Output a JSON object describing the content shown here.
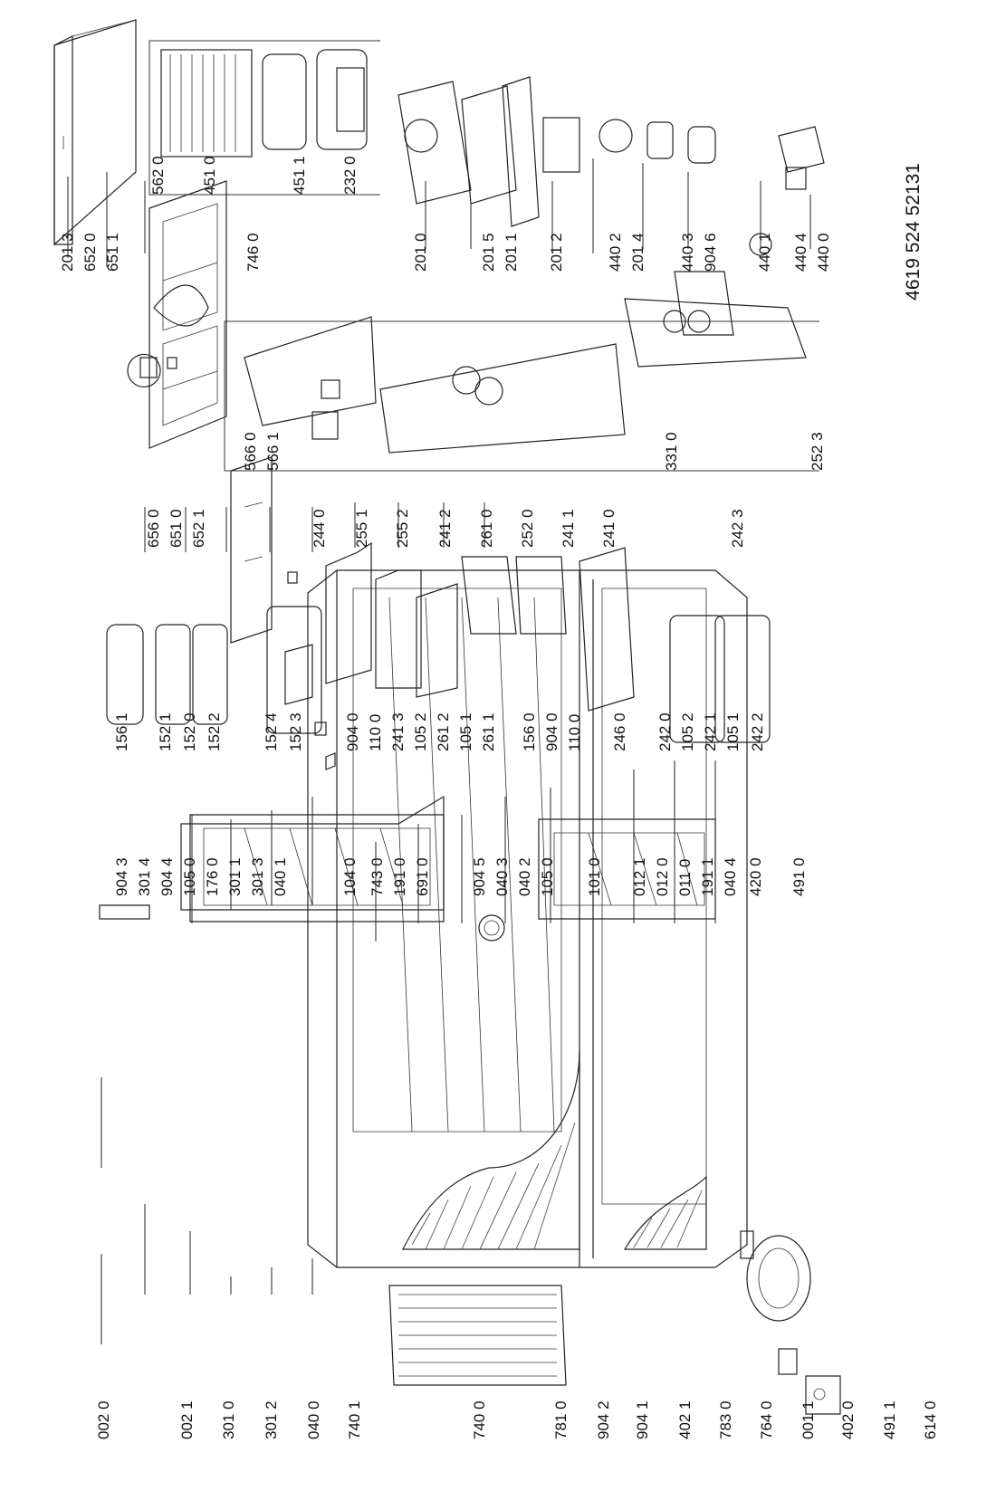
{
  "doc": {
    "code": "4619 524 52131"
  },
  "labels": {
    "left_col": [
      "002 0",
      "002 1",
      "301 0",
      "301 2",
      "040 0",
      "740 1",
      "740 0",
      "781 0",
      "904 2",
      "904 1",
      "402 1",
      "783 0",
      "764 0",
      "001 1",
      "402 0",
      "491 1",
      "614 0"
    ],
    "door_col": [
      "904 3",
      "301 4",
      "904 4",
      "105 0",
      "176 0",
      "301 1",
      "301 3",
      "040 1",
      "104 0",
      "743 0",
      "191 0",
      "691 0",
      "904 5",
      "040 3",
      "040 2",
      "105 0",
      "101 0",
      "012 1",
      "012 0",
      "011 0",
      "191 1",
      "040 4",
      "420 0",
      "491 0"
    ],
    "mid_col": [
      "156 1",
      "152 1",
      "152 0",
      "152 2",
      "152 4",
      "152 3",
      "904 0",
      "110 0",
      "241 3",
      "105 2",
      "261 2",
      "105 1",
      "261 1",
      "156 0",
      "904 0",
      "110 0",
      "246 0",
      "242 0",
      "105 2",
      "242 1",
      "105 1",
      "242 2"
    ],
    "shelf_col": [
      "244 0",
      "255 1",
      "255 2",
      "241 2",
      "261 0",
      "252 0",
      "241 1",
      "241 0",
      "242 3"
    ],
    "top_col": [
      "656 0",
      "651 0",
      "652 1",
      "201 3",
      "652 0",
      "651 1",
      "746 0",
      "566 0",
      "566 1",
      "331 0",
      "252 3"
    ],
    "inner_col": [
      "562 0",
      "451 0",
      "451 1",
      "232 0",
      "201 0",
      "201 5",
      "201 1",
      "201 2",
      "440 2",
      "201 4",
      "440 3",
      "904 6",
      "440 1",
      "440 4",
      "440 0"
    ]
  }
}
